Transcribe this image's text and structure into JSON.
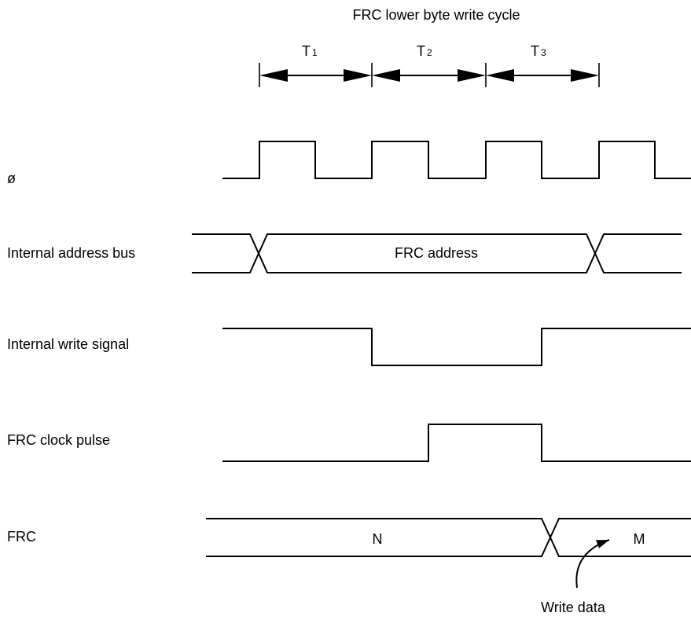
{
  "title": "FRC lower byte write cycle",
  "cycles": [
    {
      "letter": "T",
      "sub": "1"
    },
    {
      "letter": "T",
      "sub": "2"
    },
    {
      "letter": "T",
      "sub": "3"
    }
  ],
  "signals": {
    "clock": "ø",
    "address_bus": "Internal address bus",
    "write_signal": "Internal write signal",
    "clock_pulse": "FRC clock pulse",
    "frc": "FRC"
  },
  "bus_values": {
    "address": "FRC address",
    "frc_before": "N",
    "frc_after": "M"
  },
  "annotation": "Write data"
}
